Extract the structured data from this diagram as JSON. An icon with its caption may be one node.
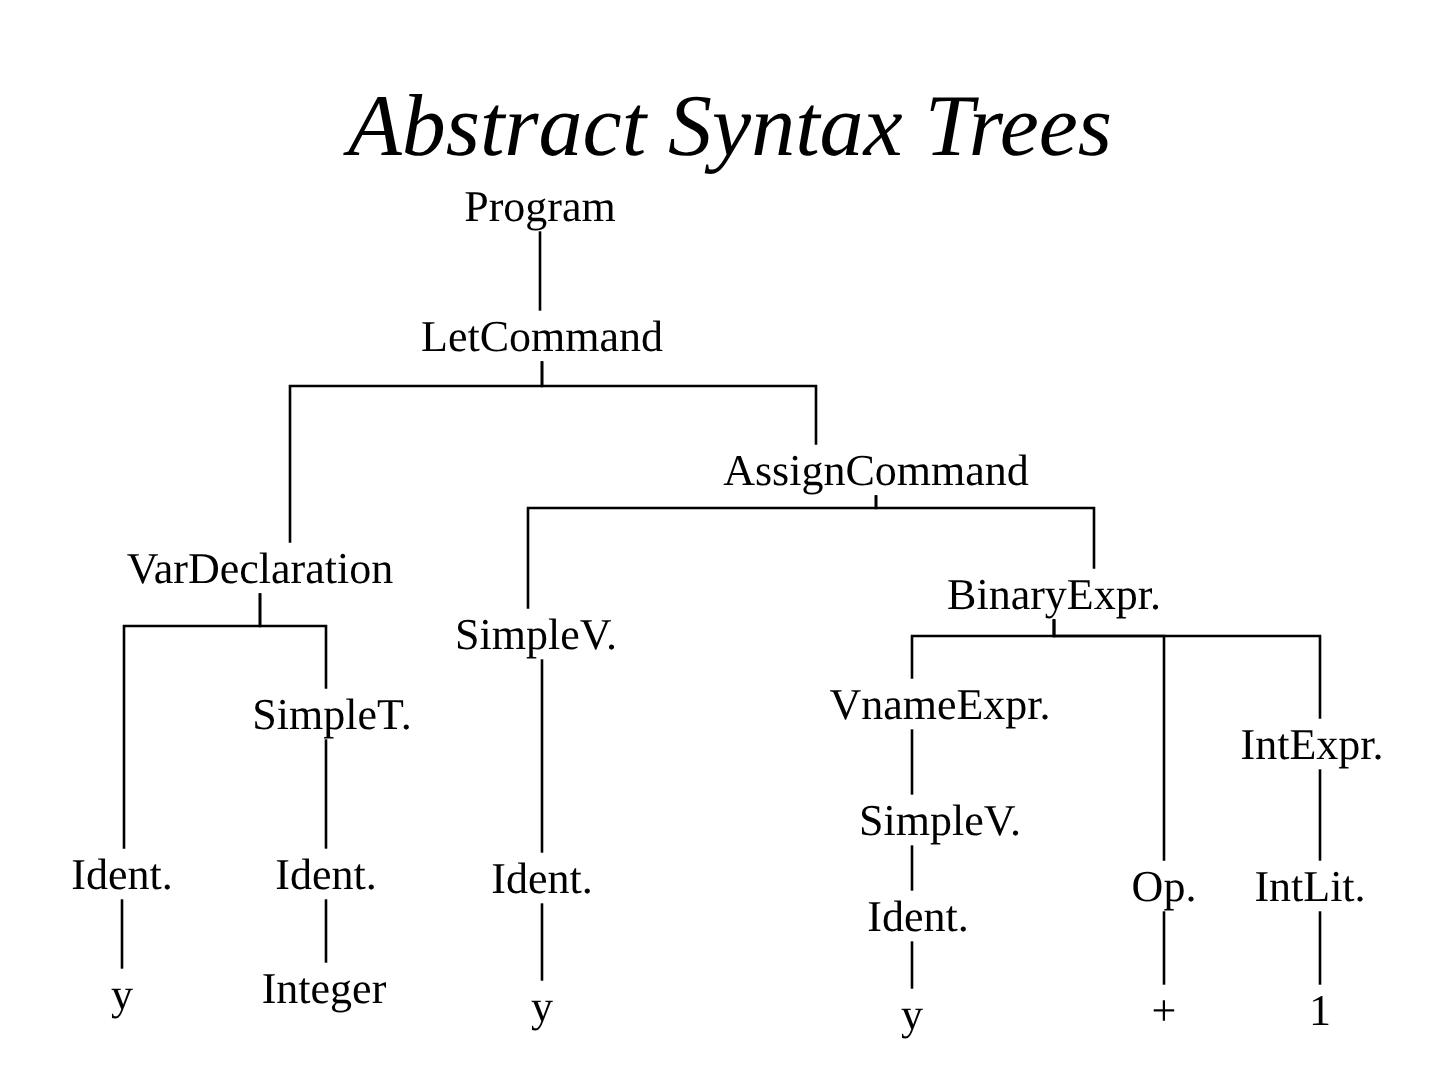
{
  "diagram": {
    "title": "Abstract Syntax Trees",
    "nodes": [
      {
        "text": [
          "Program"
        ]
      },
      {
        "text": [
          "LetCommand"
        ]
      },
      {
        "text": [
          "VarDeclaration"
        ]
      },
      {
        "text": [
          "AssignCommand"
        ]
      },
      {
        "text": [
          "SimpleV."
        ]
      },
      {
        "text": [
          "BinaryExpr."
        ]
      },
      {
        "text": [
          "SimpleT."
        ]
      },
      {
        "text": [
          "VnameExpr."
        ]
      },
      {
        "text": [
          "IntExpr."
        ]
      },
      {
        "text": [
          "Ident."
        ]
      },
      {
        "text": [
          "Ident."
        ]
      },
      {
        "text": [
          "Ident."
        ]
      },
      {
        "text": [
          "SimpleV."
        ]
      },
      {
        "text": [
          "Ident."
        ]
      },
      {
        "text": [
          "Op."
        ]
      },
      {
        "text": [
          "IntLit."
        ]
      },
      {
        "text": [
          "y"
        ]
      },
      {
        "text": [
          "Integer"
        ]
      },
      {
        "text": [
          "y"
        ]
      },
      {
        "text": [
          "y"
        ]
      },
      {
        "text": [
          "+"
        ]
      },
      {
        "text": [
          "1"
        ]
      }
    ],
    "edges": [
      {
        "from": 0,
        "to": 1,
        "arrow": "none"
      },
      {
        "from": 1,
        "to": 2,
        "arrow": "none"
      },
      {
        "from": 1,
        "to": 3,
        "arrow": "none"
      },
      {
        "from": 3,
        "to": 4,
        "arrow": "none"
      },
      {
        "from": 3,
        "to": 5,
        "arrow": "none"
      },
      {
        "from": 2,
        "to": 9,
        "arrow": "none"
      },
      {
        "from": 2,
        "to": 6,
        "arrow": "none"
      },
      {
        "from": 4,
        "to": 11,
        "arrow": "none"
      },
      {
        "from": 5,
        "to": 7,
        "arrow": "none"
      },
      {
        "from": 5,
        "to": 14,
        "arrow": "none"
      },
      {
        "from": 5,
        "to": 8,
        "arrow": "none"
      },
      {
        "from": 6,
        "to": 10,
        "arrow": "none"
      },
      {
        "from": 7,
        "to": 12,
        "arrow": "none"
      },
      {
        "from": 12,
        "to": 13,
        "arrow": "none"
      },
      {
        "from": 8,
        "to": 15,
        "arrow": "none"
      },
      {
        "from": 9,
        "to": 16,
        "arrow": "none"
      },
      {
        "from": 10,
        "to": 17,
        "arrow": "none"
      },
      {
        "from": 11,
        "to": 18,
        "arrow": "none"
      },
      {
        "from": 13,
        "to": 19,
        "arrow": "none"
      },
      {
        "from": 14,
        "to": 20,
        "arrow": "none"
      },
      {
        "from": 15,
        "to": 21,
        "arrow": "none"
      }
    ]
  }
}
